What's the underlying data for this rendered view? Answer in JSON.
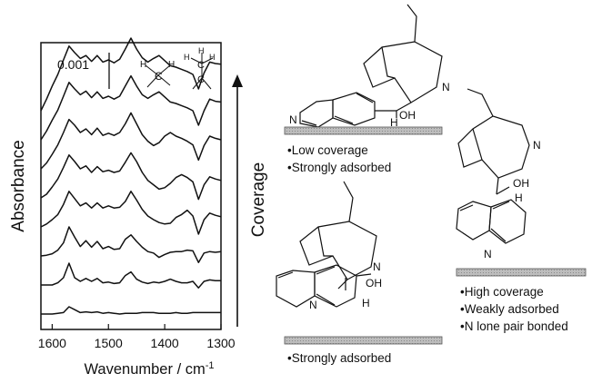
{
  "chart_data": {
    "type": "line",
    "title": "",
    "xlabel": "Wavenumber / cm-1",
    "xlabel_main": "Wavenumber / cm",
    "xlabel_sup": "-1",
    "ylabel": "Absorbance",
    "xlim": [
      1620,
      1300
    ],
    "x_ticks": [
      "1600",
      "1500",
      "1400",
      "1300"
    ],
    "x_tick_values": [
      1600,
      1500,
      1400,
      1300
    ],
    "scale_bar_label": "0.001",
    "arrow_label": "Coverage",
    "x": [
      1620,
      1610,
      1600,
      1590,
      1580,
      1570,
      1560,
      1550,
      1540,
      1530,
      1520,
      1510,
      1500,
      1490,
      1480,
      1470,
      1460,
      1450,
      1440,
      1430,
      1420,
      1410,
      1400,
      1390,
      1380,
      1370,
      1360,
      1350,
      1340,
      1330,
      1320,
      1310,
      1300
    ],
    "series": [
      {
        "values": [
          0.0,
          0.0,
          0.0,
          0.1,
          0.2,
          1.0,
          0.6,
          0.2,
          0.3,
          0.2,
          0.3,
          0.1,
          0.2,
          0.1,
          0.0,
          0.1,
          0.1,
          0.1,
          0.2,
          0.2,
          0.2,
          0.1,
          0.1,
          0.1,
          0.2,
          0.1,
          0.1,
          0.2,
          0.2,
          0.2,
          0.2,
          0.2,
          0.2
        ]
      },
      {
        "values": [
          0.0,
          0.0,
          0.0,
          0.3,
          1.0,
          3.0,
          1.0,
          0.5,
          0.9,
          0.5,
          0.9,
          0.3,
          0.4,
          0.2,
          0.3,
          1.3,
          1.8,
          0.8,
          0.4,
          0.2,
          0.4,
          0.3,
          0.5,
          0.8,
          0.5,
          0.3,
          0.3,
          0.5,
          -0.4,
          0.5,
          0.7,
          0.6,
          0.6
        ]
      },
      {
        "values": [
          0.0,
          0.1,
          0.3,
          0.8,
          1.8,
          4.0,
          2.6,
          1.3,
          2.1,
          1.2,
          2.0,
          1.0,
          1.3,
          0.9,
          1.0,
          2.3,
          2.9,
          2.0,
          1.2,
          0.6,
          0.4,
          -0.2,
          0.2,
          0.5,
          0.6,
          0.6,
          0.8,
          0.7,
          -0.9,
          0.4,
          0.6,
          0.5,
          0.6
        ]
      },
      {
        "values": [
          0.0,
          0.4,
          1.0,
          1.7,
          3.1,
          4.9,
          3.9,
          2.9,
          3.3,
          2.6,
          3.3,
          2.6,
          2.9,
          2.6,
          2.7,
          3.5,
          4.9,
          3.7,
          2.4,
          1.5,
          1.0,
          0.6,
          0.4,
          0.5,
          1.3,
          1.7,
          2.3,
          1.5,
          -1.0,
          1.0,
          1.9,
          1.6,
          1.4
        ]
      },
      {
        "values": [
          0.0,
          0.5,
          1.5,
          2.6,
          4.2,
          5.9,
          5.0,
          4.0,
          4.4,
          3.5,
          4.3,
          3.6,
          3.8,
          3.5,
          3.7,
          4.9,
          6.2,
          5.0,
          3.5,
          2.4,
          1.8,
          1.2,
          1.4,
          2.0,
          2.8,
          3.2,
          2.8,
          2.2,
          -0.2,
          1.8,
          2.9,
          2.6,
          2.4
        ]
      },
      {
        "values": [
          0.0,
          0.8,
          2.0,
          3.3,
          5.0,
          6.8,
          6.0,
          5.0,
          5.5,
          4.7,
          5.6,
          4.6,
          4.9,
          4.6,
          5.0,
          6.2,
          7.7,
          6.2,
          4.7,
          3.8,
          3.2,
          3.6,
          4.5,
          5.0,
          4.5,
          4.2,
          3.8,
          3.3,
          1.2,
          3.2,
          4.5,
          4.2,
          4.0
        ]
      },
      {
        "values": [
          0.0,
          1.2,
          2.7,
          4.1,
          6.0,
          7.9,
          7.0,
          6.2,
          6.7,
          5.8,
          6.6,
          5.7,
          6.0,
          5.6,
          6.0,
          7.4,
          8.8,
          7.4,
          6.2,
          5.7,
          6.2,
          6.6,
          5.9,
          5.2,
          5.0,
          4.7,
          4.4,
          4.0,
          2.0,
          4.0,
          5.6,
          5.3,
          5.2
        ]
      },
      {
        "values": [
          0.0,
          1.6,
          3.4,
          5.0,
          7.0,
          8.9,
          8.0,
          7.2,
          7.6,
          6.8,
          7.6,
          6.7,
          7.0,
          6.6,
          7.1,
          8.5,
          10.0,
          8.5,
          7.3,
          6.7,
          7.2,
          7.6,
          6.9,
          6.2,
          6.0,
          5.7,
          5.4,
          5.0,
          3.0,
          5.2,
          6.7,
          6.5,
          6.4
        ]
      }
    ]
  },
  "structures": {
    "top": {
      "bullets": [
        "•Low coverage",
        "•Strongly adsorbed"
      ],
      "N": "N",
      "OH": "OH",
      "H": "H",
      "ring_N": "N"
    },
    "middle": {
      "bullets": [
        "•Strongly adsorbed"
      ],
      "N": "N",
      "OH": "OH",
      "H": "H",
      "ring_N": "N"
    },
    "right": {
      "bullets": [
        "•High coverage",
        "•Weakly adsorbed",
        "•N lone pair bonded"
      ],
      "N": "N",
      "OH": "OH",
      "H": "H",
      "ring_N": "N"
    }
  },
  "colors": {
    "line": "#111111",
    "surface_fill": "#b5b5b5",
    "surface_edge": "#555555"
  }
}
